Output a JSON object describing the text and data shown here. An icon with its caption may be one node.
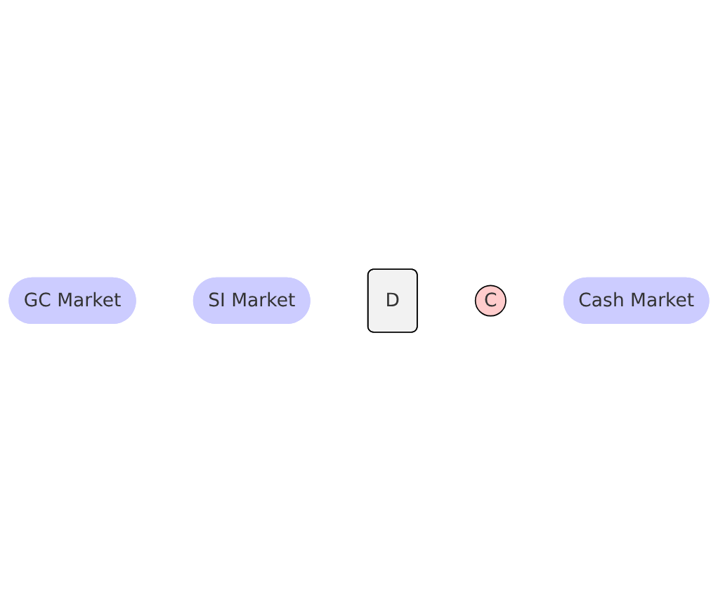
{
  "diagram": {
    "nodes": [
      {
        "text": [
          "GC Market"
        ]
      },
      {
        "text": [
          "SI Market"
        ]
      },
      {
        "text": [
          "D"
        ]
      },
      {
        "text": [
          "C"
        ]
      },
      {
        "text": [
          "Cash Market"
        ]
      }
    ]
  }
}
